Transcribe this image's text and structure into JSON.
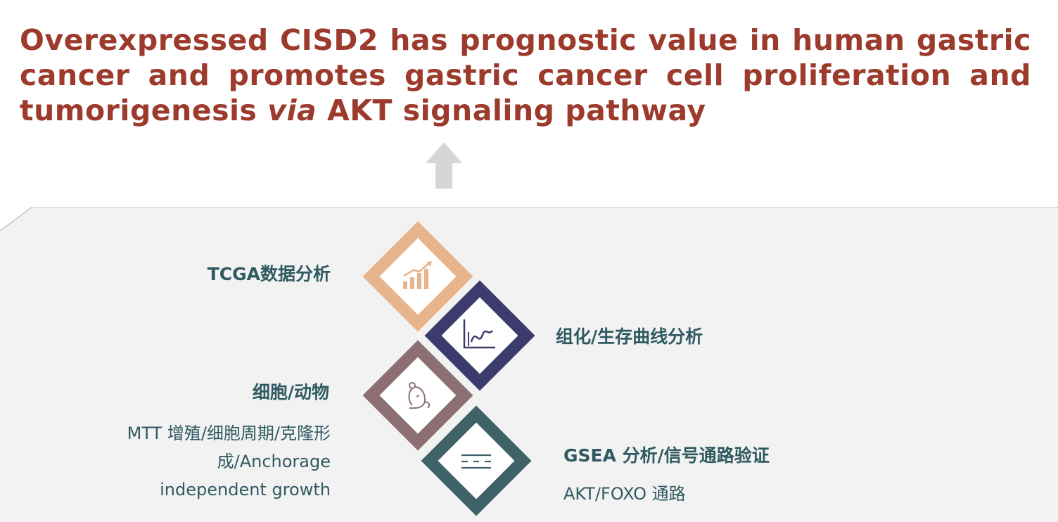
{
  "slide": {
    "title": {
      "part1": "Overexpressed CISD2 has prognostic value in human gastric cancer and promotes gastric cancer cell proliferation and tumorigenesis ",
      "italic": "via",
      "part2": " AKT signaling pathway"
    }
  },
  "steps": [
    {
      "title": "TCGA数据分析",
      "detail": "",
      "icon": "bar-chart-growth-icon",
      "color": "#e8b48c"
    },
    {
      "title": "组化/生存曲线分析",
      "detail": "",
      "icon": "survival-curve-icon",
      "color": "#3b3b6e"
    },
    {
      "title": "细胞/动物",
      "detail": "MTT 增殖/细胞周期/克隆形成/Anchorage independent growth",
      "icon": "mouse-icon",
      "color": "#8c6f72"
    },
    {
      "title": "GSEA 分析/信号通路验证",
      "detail": "AKT/FOXO 通路",
      "icon": "pathway-lines-icon",
      "color": "#3f6268"
    }
  ],
  "colors": {
    "title": "#9c3a2c",
    "label": "#2f5a61",
    "arrow": "#d6d6d6",
    "panel": "#f3f2f2"
  }
}
